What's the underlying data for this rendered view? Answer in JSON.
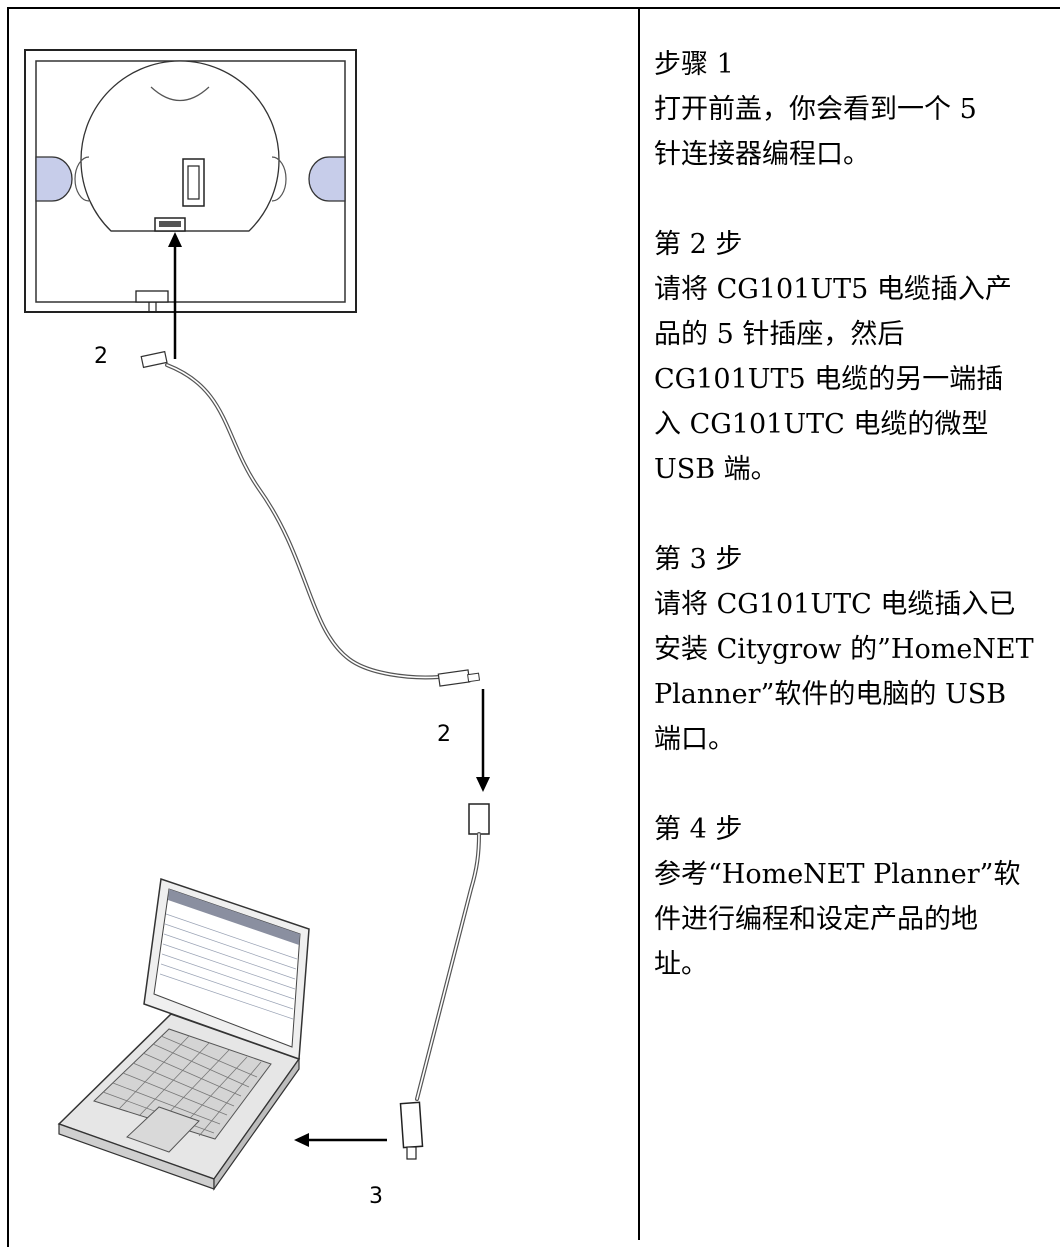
{
  "callouts": {
    "top": "2",
    "middle": "2",
    "bottom": "3"
  },
  "steps": [
    {
      "title": "步骤 1",
      "body": "打开前盖，你会看到一个 5\n针连接器编程口。"
    },
    {
      "title": "第 2 步",
      "body": "请将 CG101UT5 电缆插入产\n品的 5 针插座，然后\nCG101UT5 电缆的另一端插\n入 CG101UTC 电缆的微型\nUSB 端。"
    },
    {
      "title": "第 3 步",
      "body": "请将 CG101UTC 电缆插入已\n安装 Citygrow 的”HomeNET\nPlanner”软件的电脑的 USB\n端口。"
    },
    {
      "title": "第 4 步",
      "body": "参考“HomeNET Planner”软\n件进行编程和设定产品的地\n址。"
    }
  ]
}
